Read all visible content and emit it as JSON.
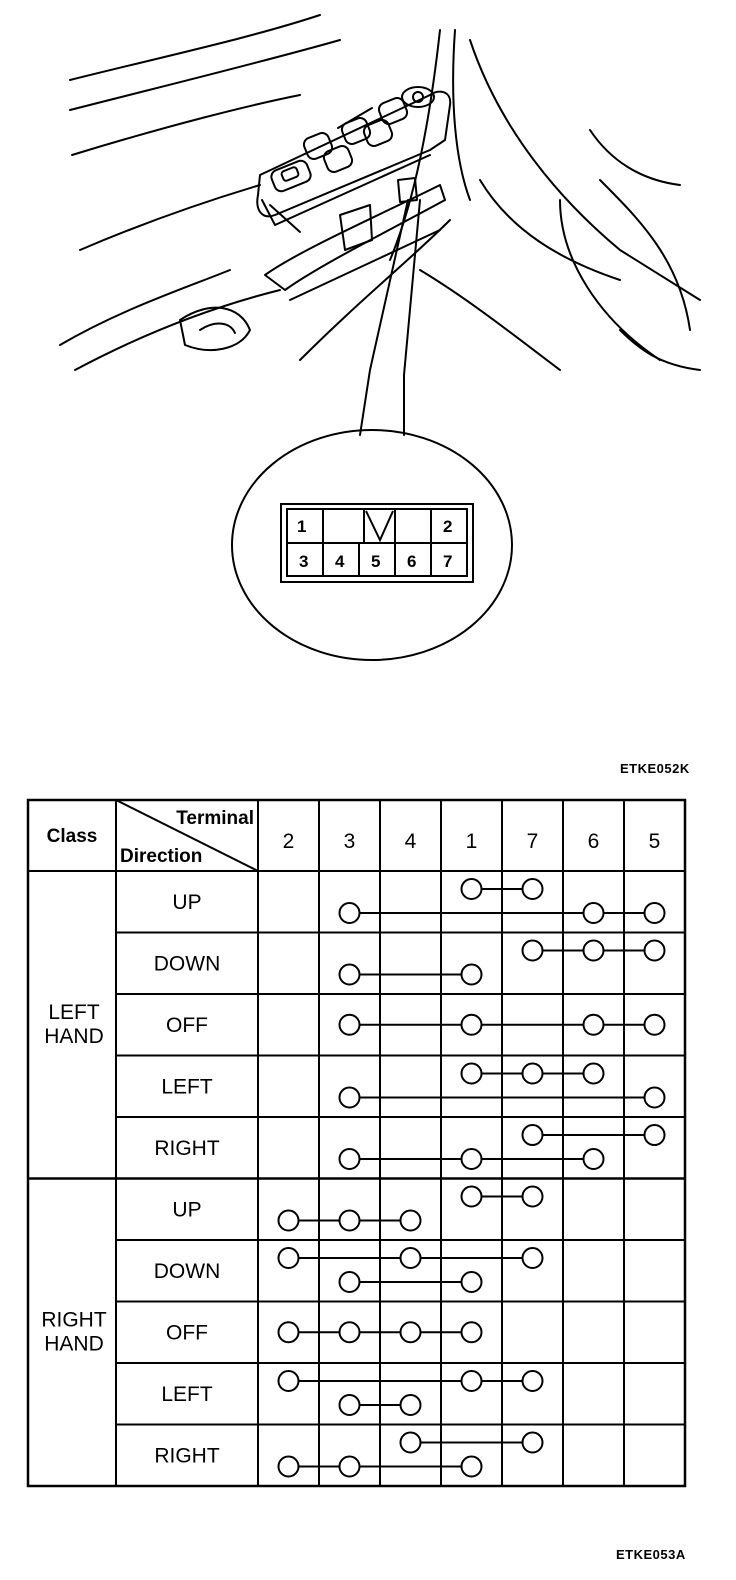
{
  "diagram": {
    "codes": {
      "top": "ETKE052K",
      "bottom": "ETKE053A"
    },
    "connector": {
      "top_row": [
        "1",
        "",
        "",
        "",
        "2"
      ],
      "bottom_row": [
        "3",
        "4",
        "5",
        "6",
        "7"
      ]
    },
    "table": {
      "header": {
        "class": "Class",
        "terminal": "Terminal",
        "direction": "Direction"
      },
      "terminals": [
        "2",
        "3",
        "4",
        "1",
        "7",
        "6",
        "5"
      ],
      "groups": [
        {
          "label_lines": [
            "LEFT",
            "HAND"
          ],
          "rows": [
            {
              "direction": "UP",
              "links": [
                {
                  "terms": [
                    "1",
                    "7"
                  ],
                  "level": "top"
                },
                {
                  "terms": [
                    "3",
                    "6",
                    "5"
                  ],
                  "level": "bottom"
                }
              ]
            },
            {
              "direction": "DOWN",
              "links": [
                {
                  "terms": [
                    "7",
                    "6",
                    "5"
                  ],
                  "level": "top"
                },
                {
                  "terms": [
                    "3",
                    "1"
                  ],
                  "level": "bottom"
                }
              ]
            },
            {
              "direction": "OFF",
              "links": [
                {
                  "terms": [
                    "3",
                    "1",
                    "6",
                    "5"
                  ],
                  "level": "mid"
                }
              ]
            },
            {
              "direction": "LEFT",
              "links": [
                {
                  "terms": [
                    "1",
                    "7",
                    "6"
                  ],
                  "level": "top"
                },
                {
                  "terms": [
                    "3",
                    "5"
                  ],
                  "level": "bottom"
                }
              ]
            },
            {
              "direction": "RIGHT",
              "links": [
                {
                  "terms": [
                    "7",
                    "5"
                  ],
                  "level": "top"
                },
                {
                  "terms": [
                    "3",
                    "1",
                    "6"
                  ],
                  "level": "bottom"
                }
              ]
            }
          ]
        },
        {
          "label_lines": [
            "RIGHT",
            "HAND"
          ],
          "rows": [
            {
              "direction": "UP",
              "links": [
                {
                  "terms": [
                    "1",
                    "7"
                  ],
                  "level": "top"
                },
                {
                  "terms": [
                    "2",
                    "3",
                    "4"
                  ],
                  "level": "bottom"
                }
              ]
            },
            {
              "direction": "DOWN",
              "links": [
                {
                  "terms": [
                    "2",
                    "4",
                    "7"
                  ],
                  "level": "top"
                },
                {
                  "terms": [
                    "3",
                    "1"
                  ],
                  "level": "bottom"
                }
              ]
            },
            {
              "direction": "OFF",
              "links": [
                {
                  "terms": [
                    "2",
                    "3",
                    "4",
                    "1"
                  ],
                  "level": "mid"
                }
              ]
            },
            {
              "direction": "LEFT",
              "links": [
                {
                  "terms": [
                    "2",
                    "1",
                    "7"
                  ],
                  "level": "top"
                },
                {
                  "terms": [
                    "3",
                    "4"
                  ],
                  "level": "bottom"
                }
              ]
            },
            {
              "direction": "RIGHT",
              "links": [
                {
                  "terms": [
                    "4",
                    "7"
                  ],
                  "level": "top"
                },
                {
                  "terms": [
                    "2",
                    "3",
                    "1"
                  ],
                  "level": "bottom"
                }
              ]
            }
          ]
        }
      ]
    }
  }
}
